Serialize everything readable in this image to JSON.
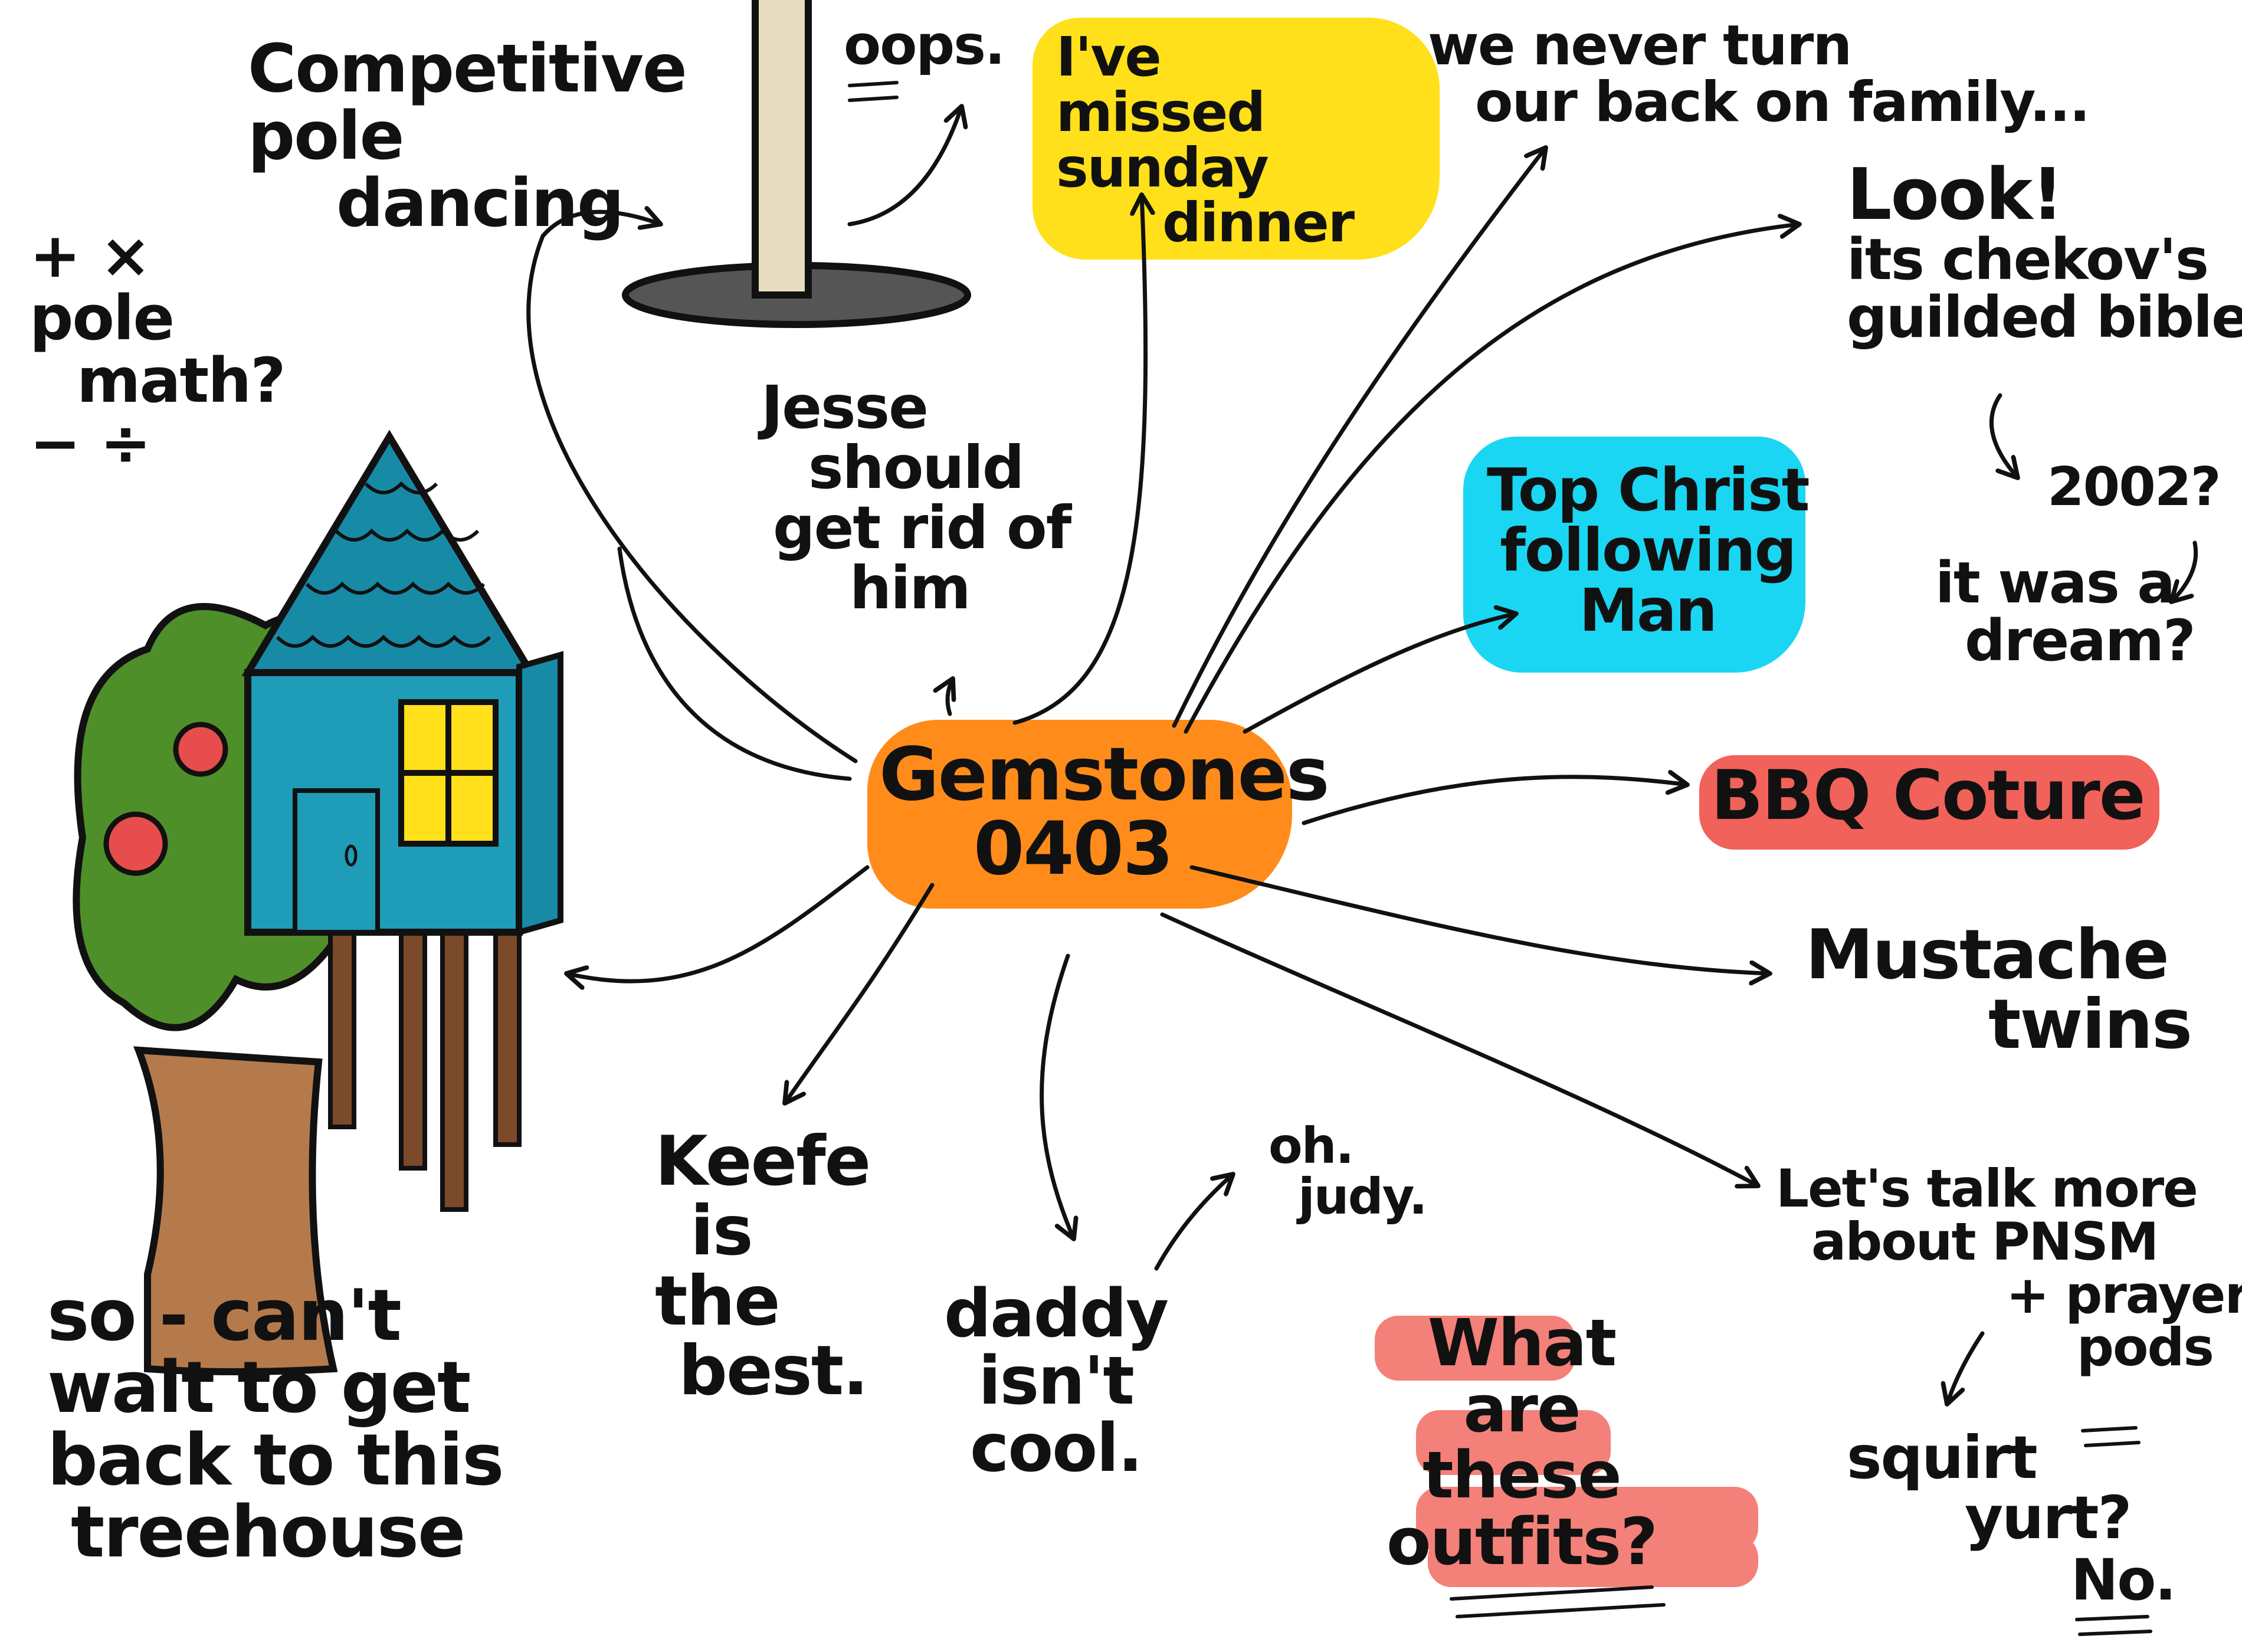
{
  "center": {
    "line1": "Gemstones",
    "line2": "0403"
  },
  "notes": {
    "pole_dancing": [
      "Competitive",
      "pole",
      "dancing"
    ],
    "oops": "oops.",
    "sunday": [
      "I've",
      "missed",
      "sunday",
      "dinner"
    ],
    "family": [
      "we never turn",
      "our back on family..."
    ],
    "look": [
      "Look!",
      "its chekov's",
      "guilded bible"
    ],
    "year": "2002?",
    "dream": [
      "it was a",
      "dream?"
    ],
    "pole_math": [
      "+ ×",
      "pole",
      "math?",
      "− ÷"
    ],
    "jesse": [
      "Jesse",
      "should",
      "get rid of",
      "him"
    ],
    "top_christ": [
      "Top Christ",
      "following",
      "Man"
    ],
    "bbq": "BBQ Coture",
    "mustache": [
      "Mustache",
      "twins"
    ],
    "lets_talk": [
      "Let's talk more",
      "about PNSM",
      "+ prayer",
      "pods"
    ],
    "squirt": [
      "squirt",
      "yurt?"
    ],
    "no": "No.",
    "keefe": [
      "Keefe",
      "is",
      "the",
      "best."
    ],
    "daddy": [
      "daddy",
      "isn't",
      "cool."
    ],
    "judy": [
      "oh.",
      "judy."
    ],
    "outfits": [
      "What",
      "are",
      "these",
      "outfits?"
    ],
    "treehouse": [
      "so - can't",
      "wait to get",
      "back to this",
      "treehouse"
    ]
  },
  "colors": {
    "orange": "#ff8c1a",
    "yellow": "#ffe01a",
    "cyan": "#1ad6f2",
    "red": "#f0625a",
    "house": "#1e9cb8",
    "roof": "#178aa6",
    "window": "#ffe01a",
    "tree_green": "#4f8f2a",
    "trunk": "#b57a4c",
    "stilt": "#7a4a2a",
    "apple": "#e84d4d",
    "pole": "#e8dcc0",
    "pole_base": "#555555"
  }
}
